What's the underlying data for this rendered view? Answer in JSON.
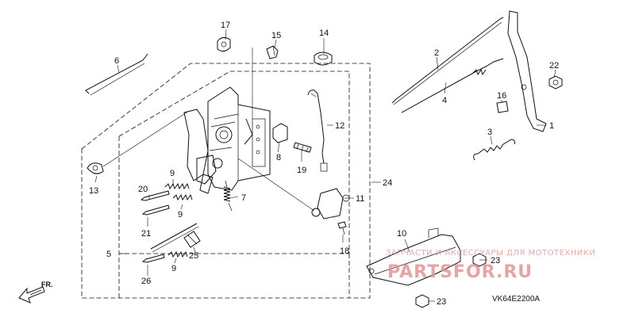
{
  "diagram": {
    "drawing_code": "VK64E2200A",
    "front_label": "FR.",
    "part_numbers": {
      "p1": "1",
      "p2": "2",
      "p3": "3",
      "p4": "4",
      "p5": "5",
      "p6": "6",
      "p7": "7",
      "p8": "8",
      "p9a": "9",
      "p9b": "9",
      "p9c": "9",
      "p10": "10",
      "p11": "11",
      "p12": "12",
      "p13": "13",
      "p14": "14",
      "p15": "15",
      "p16": "16",
      "p17": "17",
      "p18": "18",
      "p19": "19",
      "p20": "20",
      "p21": "21",
      "p22": "22",
      "p23a": "23",
      "p23b": "23",
      "p24": "24",
      "p25": "25",
      "p26": "26"
    }
  },
  "watermark": {
    "tagline": "ЗАПЧАСТИ И АКСЕССУАРЫ ДЛЯ МОТОТЕХНИКИ",
    "logo": "PARTSFOR.RU"
  }
}
